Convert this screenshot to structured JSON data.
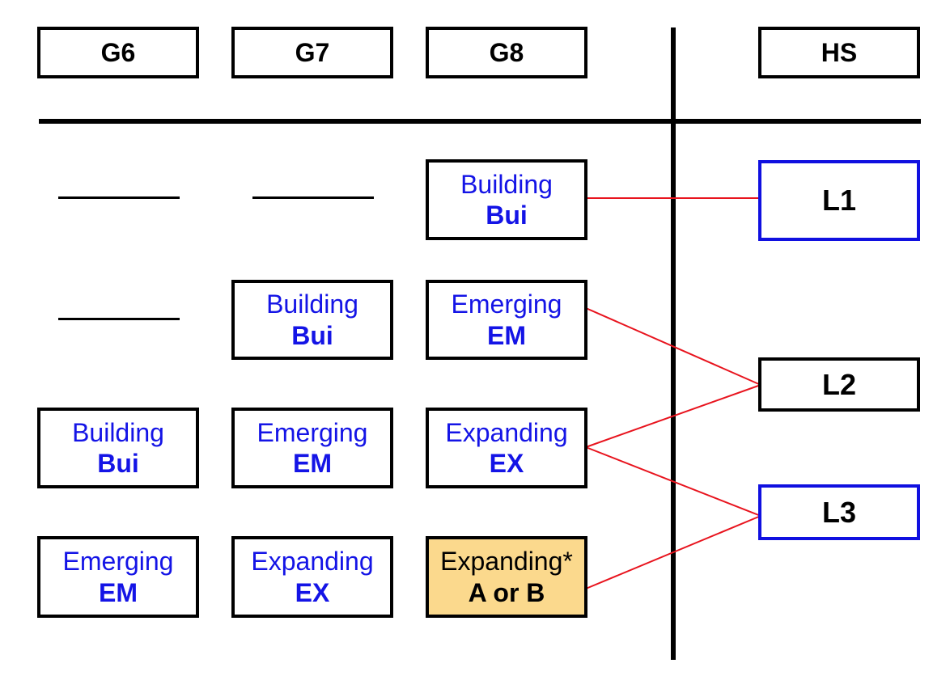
{
  "headers": {
    "g6": "G6",
    "g7": "G7",
    "g8": "G8",
    "hs": "HS"
  },
  "levels": {
    "l1": "L1",
    "l2": "L2",
    "l3": "L3"
  },
  "grid": {
    "r1": {
      "g8": {
        "name": "Building",
        "code": "Bui"
      }
    },
    "r2": {
      "g7": {
        "name": "Building",
        "code": "Bui"
      },
      "g8": {
        "name": "Emerging",
        "code": "EM"
      }
    },
    "r3": {
      "g6": {
        "name": "Building",
        "code": "Bui"
      },
      "g7": {
        "name": "Emerging",
        "code": "EM"
      },
      "g8": {
        "name": "Expanding",
        "code": "EX"
      }
    },
    "r4": {
      "g6": {
        "name": "Emerging",
        "code": "EM"
      },
      "g7": {
        "name": "Expanding",
        "code": "EX"
      },
      "g8": {
        "name": "Expanding*",
        "code": "A or B"
      }
    }
  },
  "colors": {
    "level_text": "#1414e6",
    "connector": "#e8141e",
    "highlight": "#fbd98d"
  }
}
